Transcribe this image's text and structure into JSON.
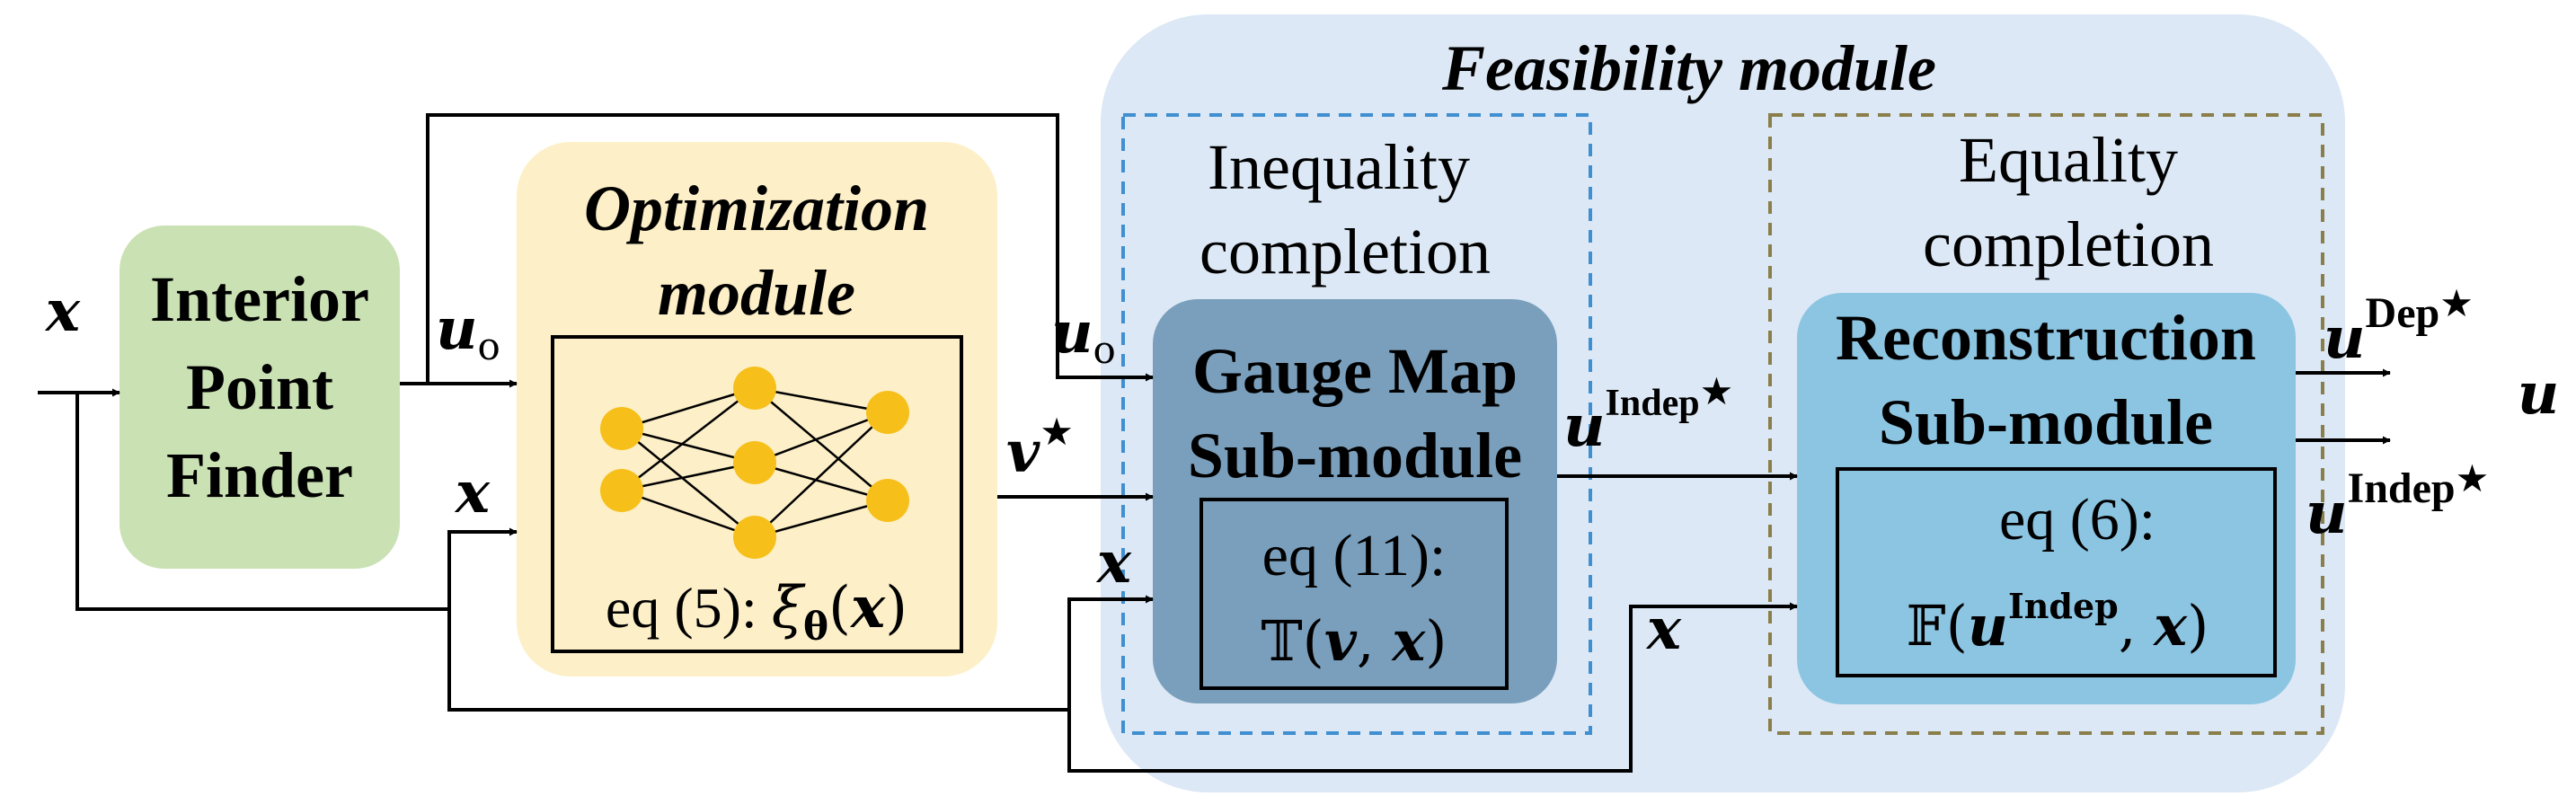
{
  "title": "Feasibility module",
  "colors": {
    "feasibility_bg": "#dce8f5",
    "inequality_border": "#3f8fd1",
    "equality_border": "#8a7f4a",
    "interior_fill": "#c9e1b3",
    "optimization_fill": "#fdf0c8",
    "gauge_fill": "#7a9fbc",
    "reconstruction_fill": "#8cc5e2",
    "neuron": "#f7bf1a",
    "line": "#000000"
  },
  "interior_point_finder": {
    "line1": "Interior",
    "line2": "Point",
    "line3": "Finder"
  },
  "optimization": {
    "title_line1": "Optimization",
    "title_line2": "module",
    "eq_prefix": "eq (5): ",
    "eq_func": "ξ",
    "eq_sub": "θ",
    "eq_open": "(",
    "eq_arg": "x",
    "eq_close": ")",
    "icon": "neural-network-icon"
  },
  "inequality": {
    "label_line1": "Inequality",
    "label_line2": "completion",
    "submodule_line1": "Gauge Map",
    "submodule_line2": "Sub-module",
    "eq_label": "eq (11):",
    "eq_func": "𝕋",
    "eq_open": "(",
    "eq_arg1": "v",
    "eq_sep": ", ",
    "eq_arg2": "x",
    "eq_close": ")"
  },
  "equality": {
    "label_line1": "Equality",
    "label_line2": "completion",
    "submodule_line1": "Reconstruction",
    "submodule_line2": "Sub-module",
    "eq_label": "eq (6):",
    "eq_func": "𝔽",
    "eq_open": "(",
    "eq_arg1": "u",
    "eq_arg1_sup": "Indep",
    "eq_sep": ", ",
    "eq_arg2": "x",
    "eq_close": ")"
  },
  "signals": {
    "x": "x",
    "u": "u",
    "u_o_sub": "o",
    "v": "v",
    "star": "★",
    "indep": "Indep",
    "dep": "Dep"
  }
}
